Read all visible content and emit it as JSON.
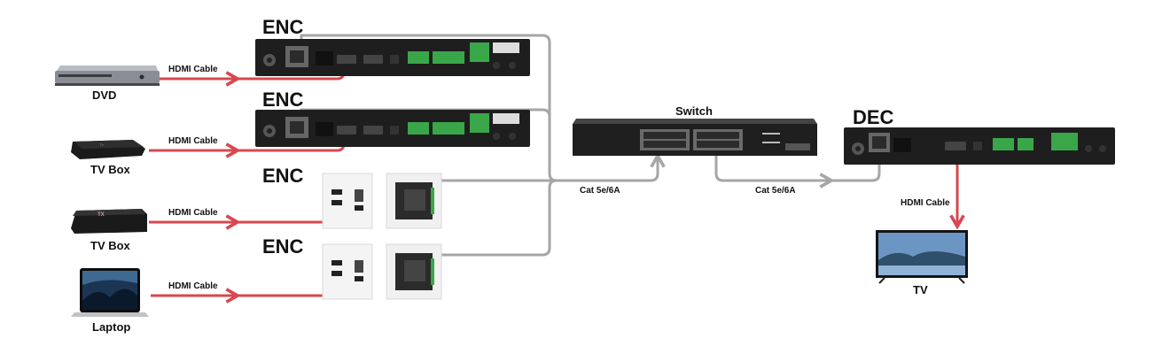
{
  "labels": {
    "enc_1": "ENC",
    "enc_2": "ENC",
    "enc_3": "ENC",
    "enc_4": "ENC",
    "dec": "DEC",
    "switch": "Switch",
    "tv": "TV"
  },
  "sources": [
    {
      "name": "DVD",
      "cable": "HDMI Cable"
    },
    {
      "name": "TV Box",
      "cable": "HDMI Cable"
    },
    {
      "name": "TV Box",
      "cable": "HDMI Cable"
    },
    {
      "name": "Laptop",
      "cable": "HDMI Cable"
    }
  ],
  "links": {
    "cat_left": "Cat  5e/6A",
    "cat_right": "Cat  5e/6A",
    "dec_cable": "HDMI Cable"
  },
  "colors": {
    "hdmi": "#d9474f",
    "network": "#a6a6a6",
    "device": "#1e1e1e",
    "terminal": "#3aa64a"
  },
  "icons": {
    "dvd": "dvd-player-icon",
    "tvbox": "tv-box-icon",
    "laptop": "laptop-icon",
    "encoder": "encoder-unit-icon",
    "wallplate": "wall-plate-encoder-icon",
    "switch": "network-switch-icon",
    "decoder": "decoder-unit-icon",
    "tv": "tv-icon"
  }
}
